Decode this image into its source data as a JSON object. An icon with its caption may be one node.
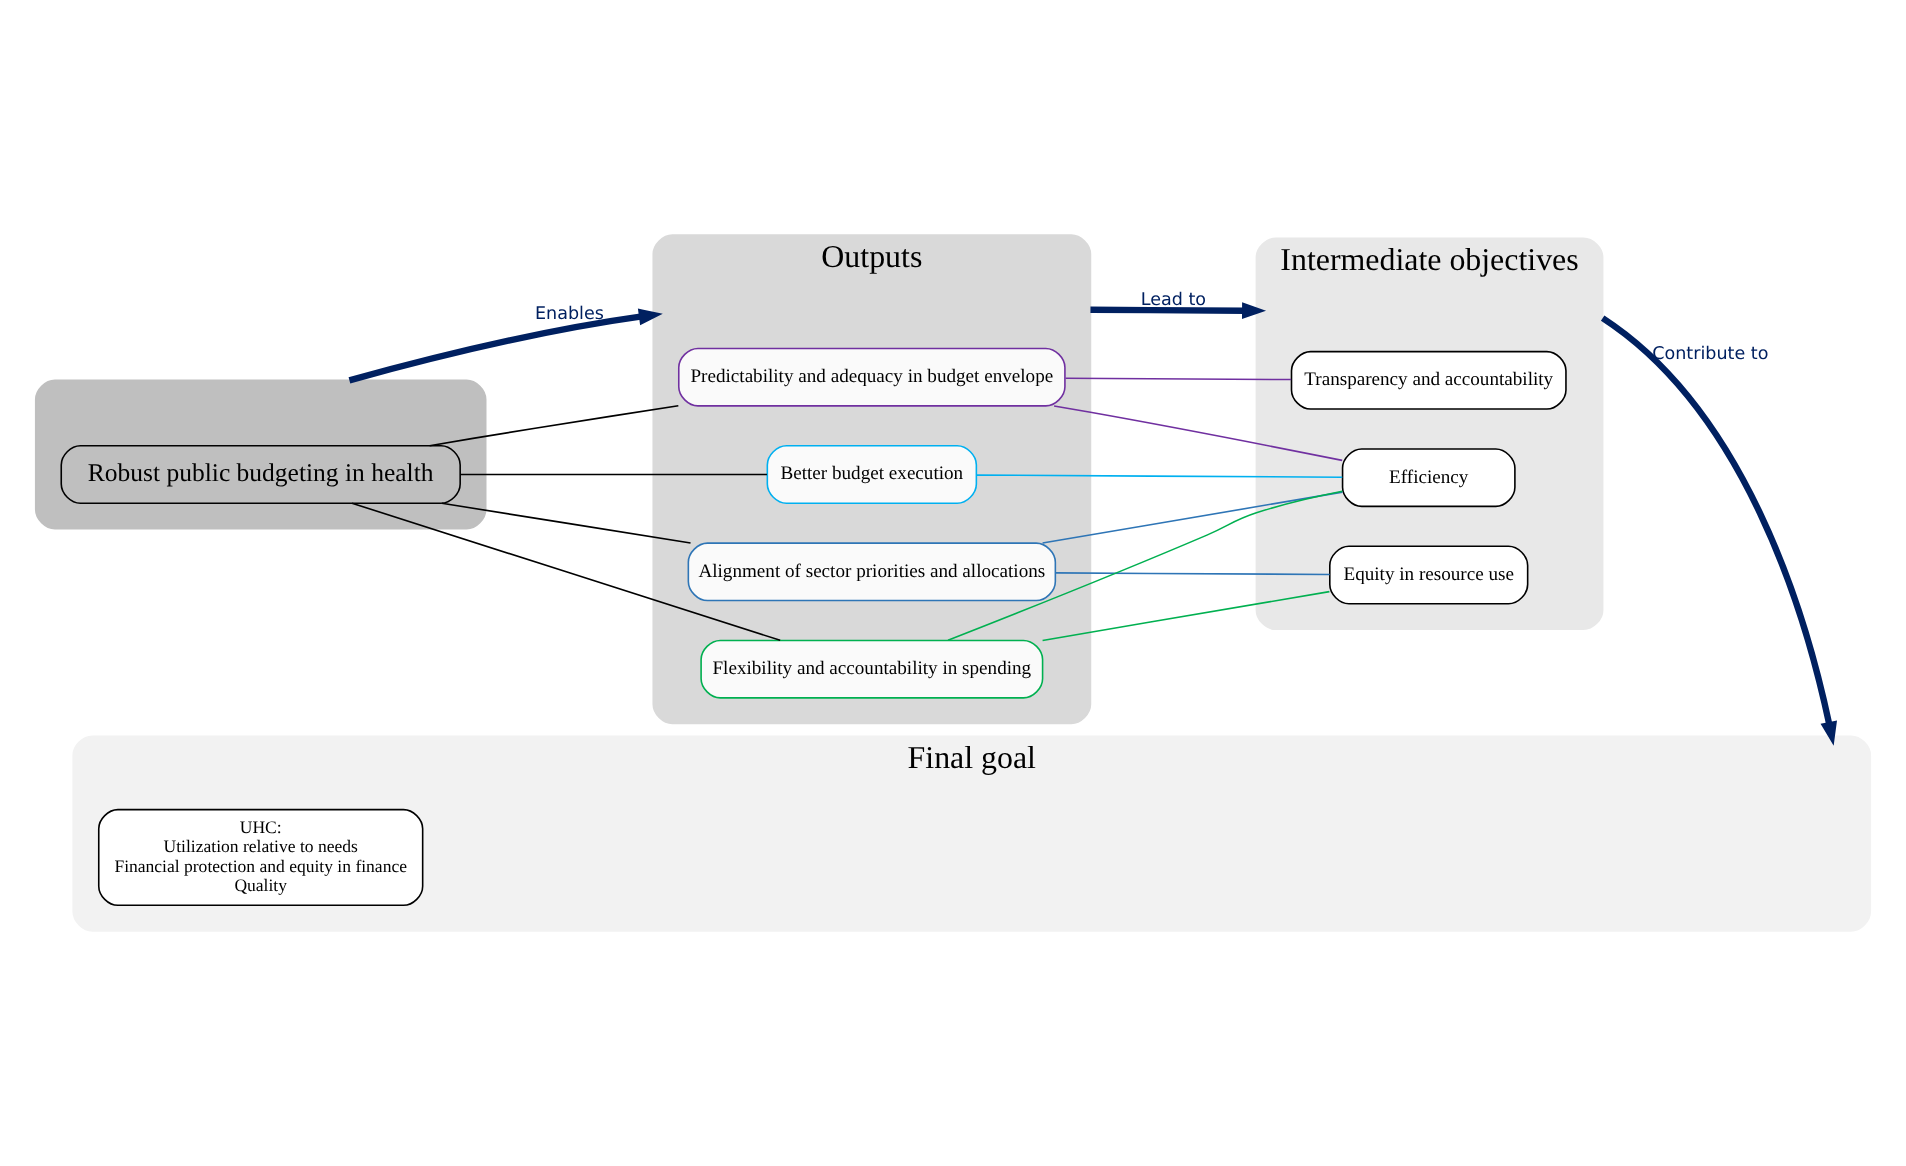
{
  "diagram": {
    "nodes": [
      {
        "text": [],
        "shape": "box"
      },
      {
        "text": [
          "Robust public budgeting in health"
        ],
        "in": 0
      },
      {
        "text": [
          "Outputs"
        ]
      },
      {
        "text": [
          "Predictability and adequacy in budget envelope"
        ],
        "in": 2
      },
      {
        "text": [
          "Alignment of sector priorities and allocations"
        ],
        "in": 2
      },
      {
        "text": [
          "Better budget execution"
        ],
        "in": 2
      },
      {
        "text": [
          "Flexibility and accountability in spending"
        ],
        "in": 2
      },
      {
        "text": [
          "Intermediate objectives"
        ]
      },
      {
        "text": [
          "Transparency and accountability"
        ],
        "in": 7
      },
      {
        "text": [
          "Efficiency"
        ],
        "in": 7
      },
      {
        "text": [
          "Equity in resource use"
        ],
        "in": 7
      },
      {
        "text": [
          "Final goal"
        ]
      },
      {
        "text": [
          "UHC:",
          "Utilization relative to needs",
          "Financial protection and equity in finance",
          "Quality"
        ],
        "in": 11
      }
    ],
    "edges": [
      {
        "from": 0,
        "to": 2,
        "arrow": "to",
        "label": "Enables",
        "style": "thick",
        "color": "#002060"
      },
      {
        "from": 2,
        "to": 7,
        "arrow": "to",
        "label": "Lead to",
        "style": "thick",
        "color": "#002060"
      },
      {
        "from": 7,
        "to": 11,
        "arrow": "to",
        "label": "Contribute to",
        "style": "thick",
        "color": "#002060"
      },
      {
        "from": 1,
        "to": 3,
        "arrow": "none"
      },
      {
        "from": 1,
        "to": 4,
        "arrow": "none"
      },
      {
        "from": 1,
        "to": 5,
        "arrow": "none"
      },
      {
        "from": 1,
        "to": 6,
        "arrow": "none"
      },
      {
        "from": 3,
        "to": 8,
        "arrow": "none",
        "color": "#7030a0"
      },
      {
        "from": 3,
        "to": 9,
        "arrow": "none",
        "color": "#7030a0"
      },
      {
        "from": 4,
        "to": 9,
        "arrow": "none",
        "color": "#2e75b6"
      },
      {
        "from": 4,
        "to": 10,
        "arrow": "none",
        "color": "#2e75b6"
      },
      {
        "from": 5,
        "to": 9,
        "arrow": "none",
        "color": "#00b0f0"
      },
      {
        "from": 6,
        "to": 9,
        "arrow": "none",
        "color": "#00b050"
      },
      {
        "from": 6,
        "to": 10,
        "arrow": "none",
        "color": "#00b050"
      }
    ]
  }
}
